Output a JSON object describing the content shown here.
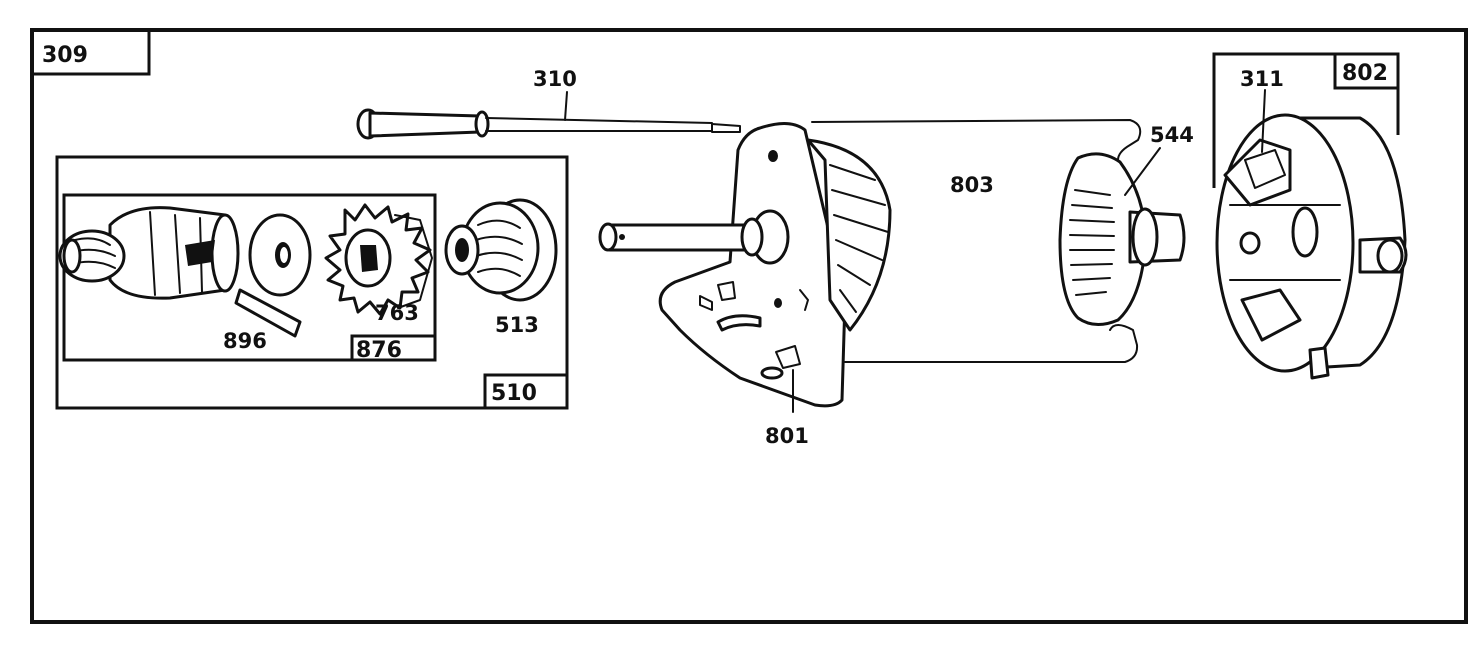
{
  "diagram": {
    "frame_label": "309",
    "part_labels": {
      "through_bolt": "310",
      "brush_plate_item": "311",
      "end_cap": "802",
      "commutator_end": "544",
      "armature_housing": "803",
      "drive_end_bracket": "801",
      "clutch_spring": "513",
      "drive_kit_box": "510",
      "pin": "896",
      "gear_box": "876",
      "gear": "763"
    }
  }
}
